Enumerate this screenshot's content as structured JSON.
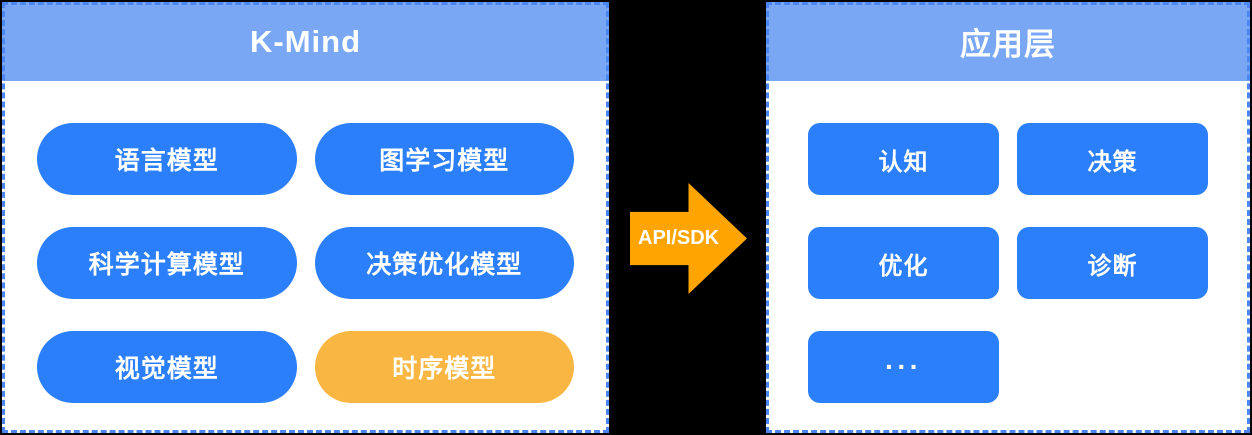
{
  "colors": {
    "page-bg": "#000000",
    "panel-bg": "#ffffff",
    "header-blue": "#79a7f4",
    "border-blue": "#4c86f3",
    "pill-blue": "#2c7ffb",
    "pill-orange": "#f9b642",
    "arrow-orange": "#ffa400",
    "text-white": "#ffffff"
  },
  "left_panel": {
    "title": "K-Mind",
    "pills": [
      {
        "label": "语言模型",
        "variant": "blue"
      },
      {
        "label": "图学习模型",
        "variant": "blue"
      },
      {
        "label": "科学计算模型",
        "variant": "blue"
      },
      {
        "label": "决策优化模型",
        "variant": "blue"
      },
      {
        "label": "视觉模型",
        "variant": "blue"
      },
      {
        "label": "时序模型",
        "variant": "orange"
      }
    ]
  },
  "connector": {
    "label": "API/SDK"
  },
  "right_panel": {
    "title": "应用层",
    "boxes": [
      {
        "label": "认知"
      },
      {
        "label": "决策"
      },
      {
        "label": "优化"
      },
      {
        "label": "诊断"
      },
      {
        "label": "···"
      }
    ]
  }
}
